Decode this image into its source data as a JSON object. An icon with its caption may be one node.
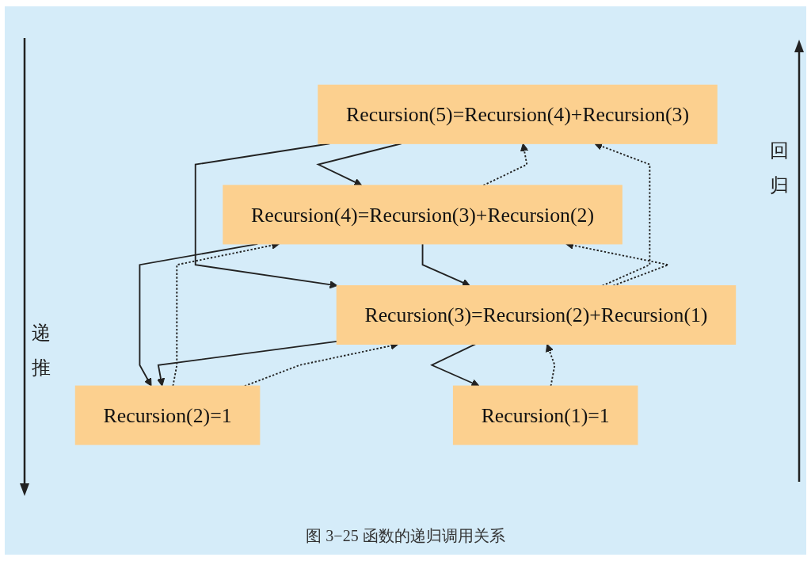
{
  "diagram": {
    "caption": "图 3−25 函数的递归调用关系",
    "nodes": [
      {
        "text": [
          "Recursion(5)=Recursion(4)+Recursion(3)"
        ]
      },
      {
        "text": [
          "Recursion(4)=Recursion(3)+Recursion(2)"
        ]
      },
      {
        "text": [
          "Recursion(3)=Recursion(2)+Recursion(1)"
        ]
      },
      {
        "text": [
          "Recursion(2)=1"
        ]
      },
      {
        "text": [
          "Recursion(1)=1"
        ]
      }
    ],
    "edges": [
      {
        "from": 0,
        "to": 1,
        "arrow": "to"
      },
      {
        "from": 0,
        "to": 2,
        "arrow": "to"
      },
      {
        "from": 1,
        "to": 2,
        "arrow": "to"
      },
      {
        "from": 1,
        "to": 3,
        "arrow": "to"
      },
      {
        "from": 2,
        "to": 3,
        "arrow": "to"
      },
      {
        "from": 2,
        "to": 4,
        "arrow": "to"
      },
      {
        "from": 2,
        "to": 0,
        "arrow": "to",
        "style": "dashed"
      },
      {
        "from": 1,
        "to": 0,
        "arrow": "to",
        "style": "dashed"
      },
      {
        "from": 3,
        "to": 1,
        "arrow": "to",
        "style": "dashed"
      },
      {
        "from": 2,
        "to": 1,
        "arrow": "to",
        "style": "dashed"
      },
      {
        "from": 4,
        "to": 2,
        "arrow": "to",
        "style": "dashed"
      },
      {
        "from": 3,
        "to": 2,
        "arrow": "to",
        "style": "dashed"
      }
    ],
    "labels": [
      "递推",
      "回归"
    ]
  }
}
